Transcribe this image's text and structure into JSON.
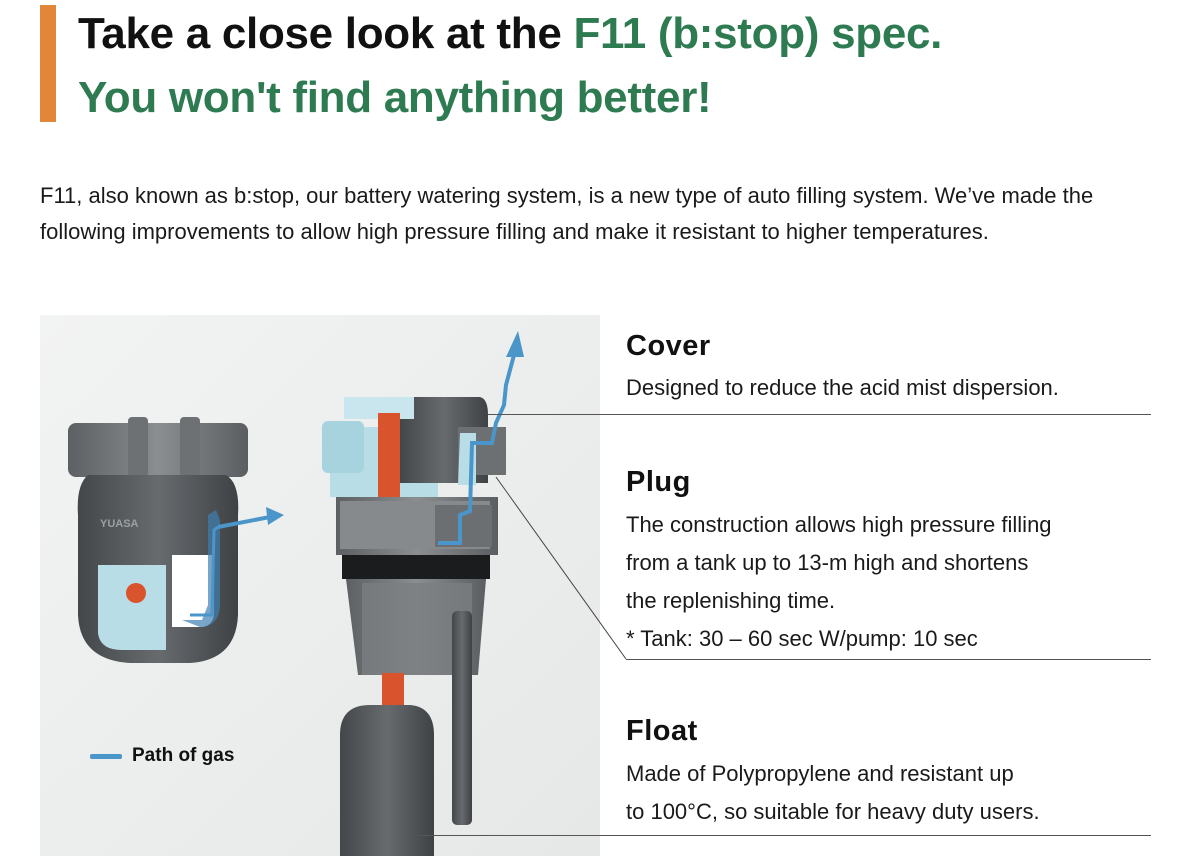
{
  "header": {
    "line1_dark": "Take a close look at the ",
    "line1_green": "F11 (b:stop) spec.",
    "line2": "You won't find anything better!"
  },
  "intro": {
    "text": "F11, also known as b:stop, our battery watering system, is a new type of auto filling system. We’ve made the following improvements to allow high pressure filling and make it resistant to higher temperatures."
  },
  "legend": {
    "label": "Path of gas"
  },
  "product_badge": "YUASA",
  "specs": {
    "cover": {
      "title": "Cover",
      "lines": [
        "Designed to reduce the acid mist dispersion."
      ]
    },
    "plug": {
      "title": "Plug",
      "lines": [
        "The construction allows high pressure filling",
        "from a tank up to 13-m high and shortens",
        "the replenishing time.",
        "* Tank: 30 – 60 sec W/pump: 10 sec"
      ]
    },
    "float": {
      "title": "Float",
      "lines": [
        "Made of Polypropylene and resistant up",
        "to 100°C, so suitable for heavy duty users."
      ]
    }
  },
  "colors": {
    "accent_orange": "#e0873a",
    "headline_green": "#2e7b52",
    "gas_path_blue": "#4a95c9",
    "plug_grey": "#7b7f82",
    "light_blue": "#b9dde6",
    "rod_red": "#d9532c"
  }
}
